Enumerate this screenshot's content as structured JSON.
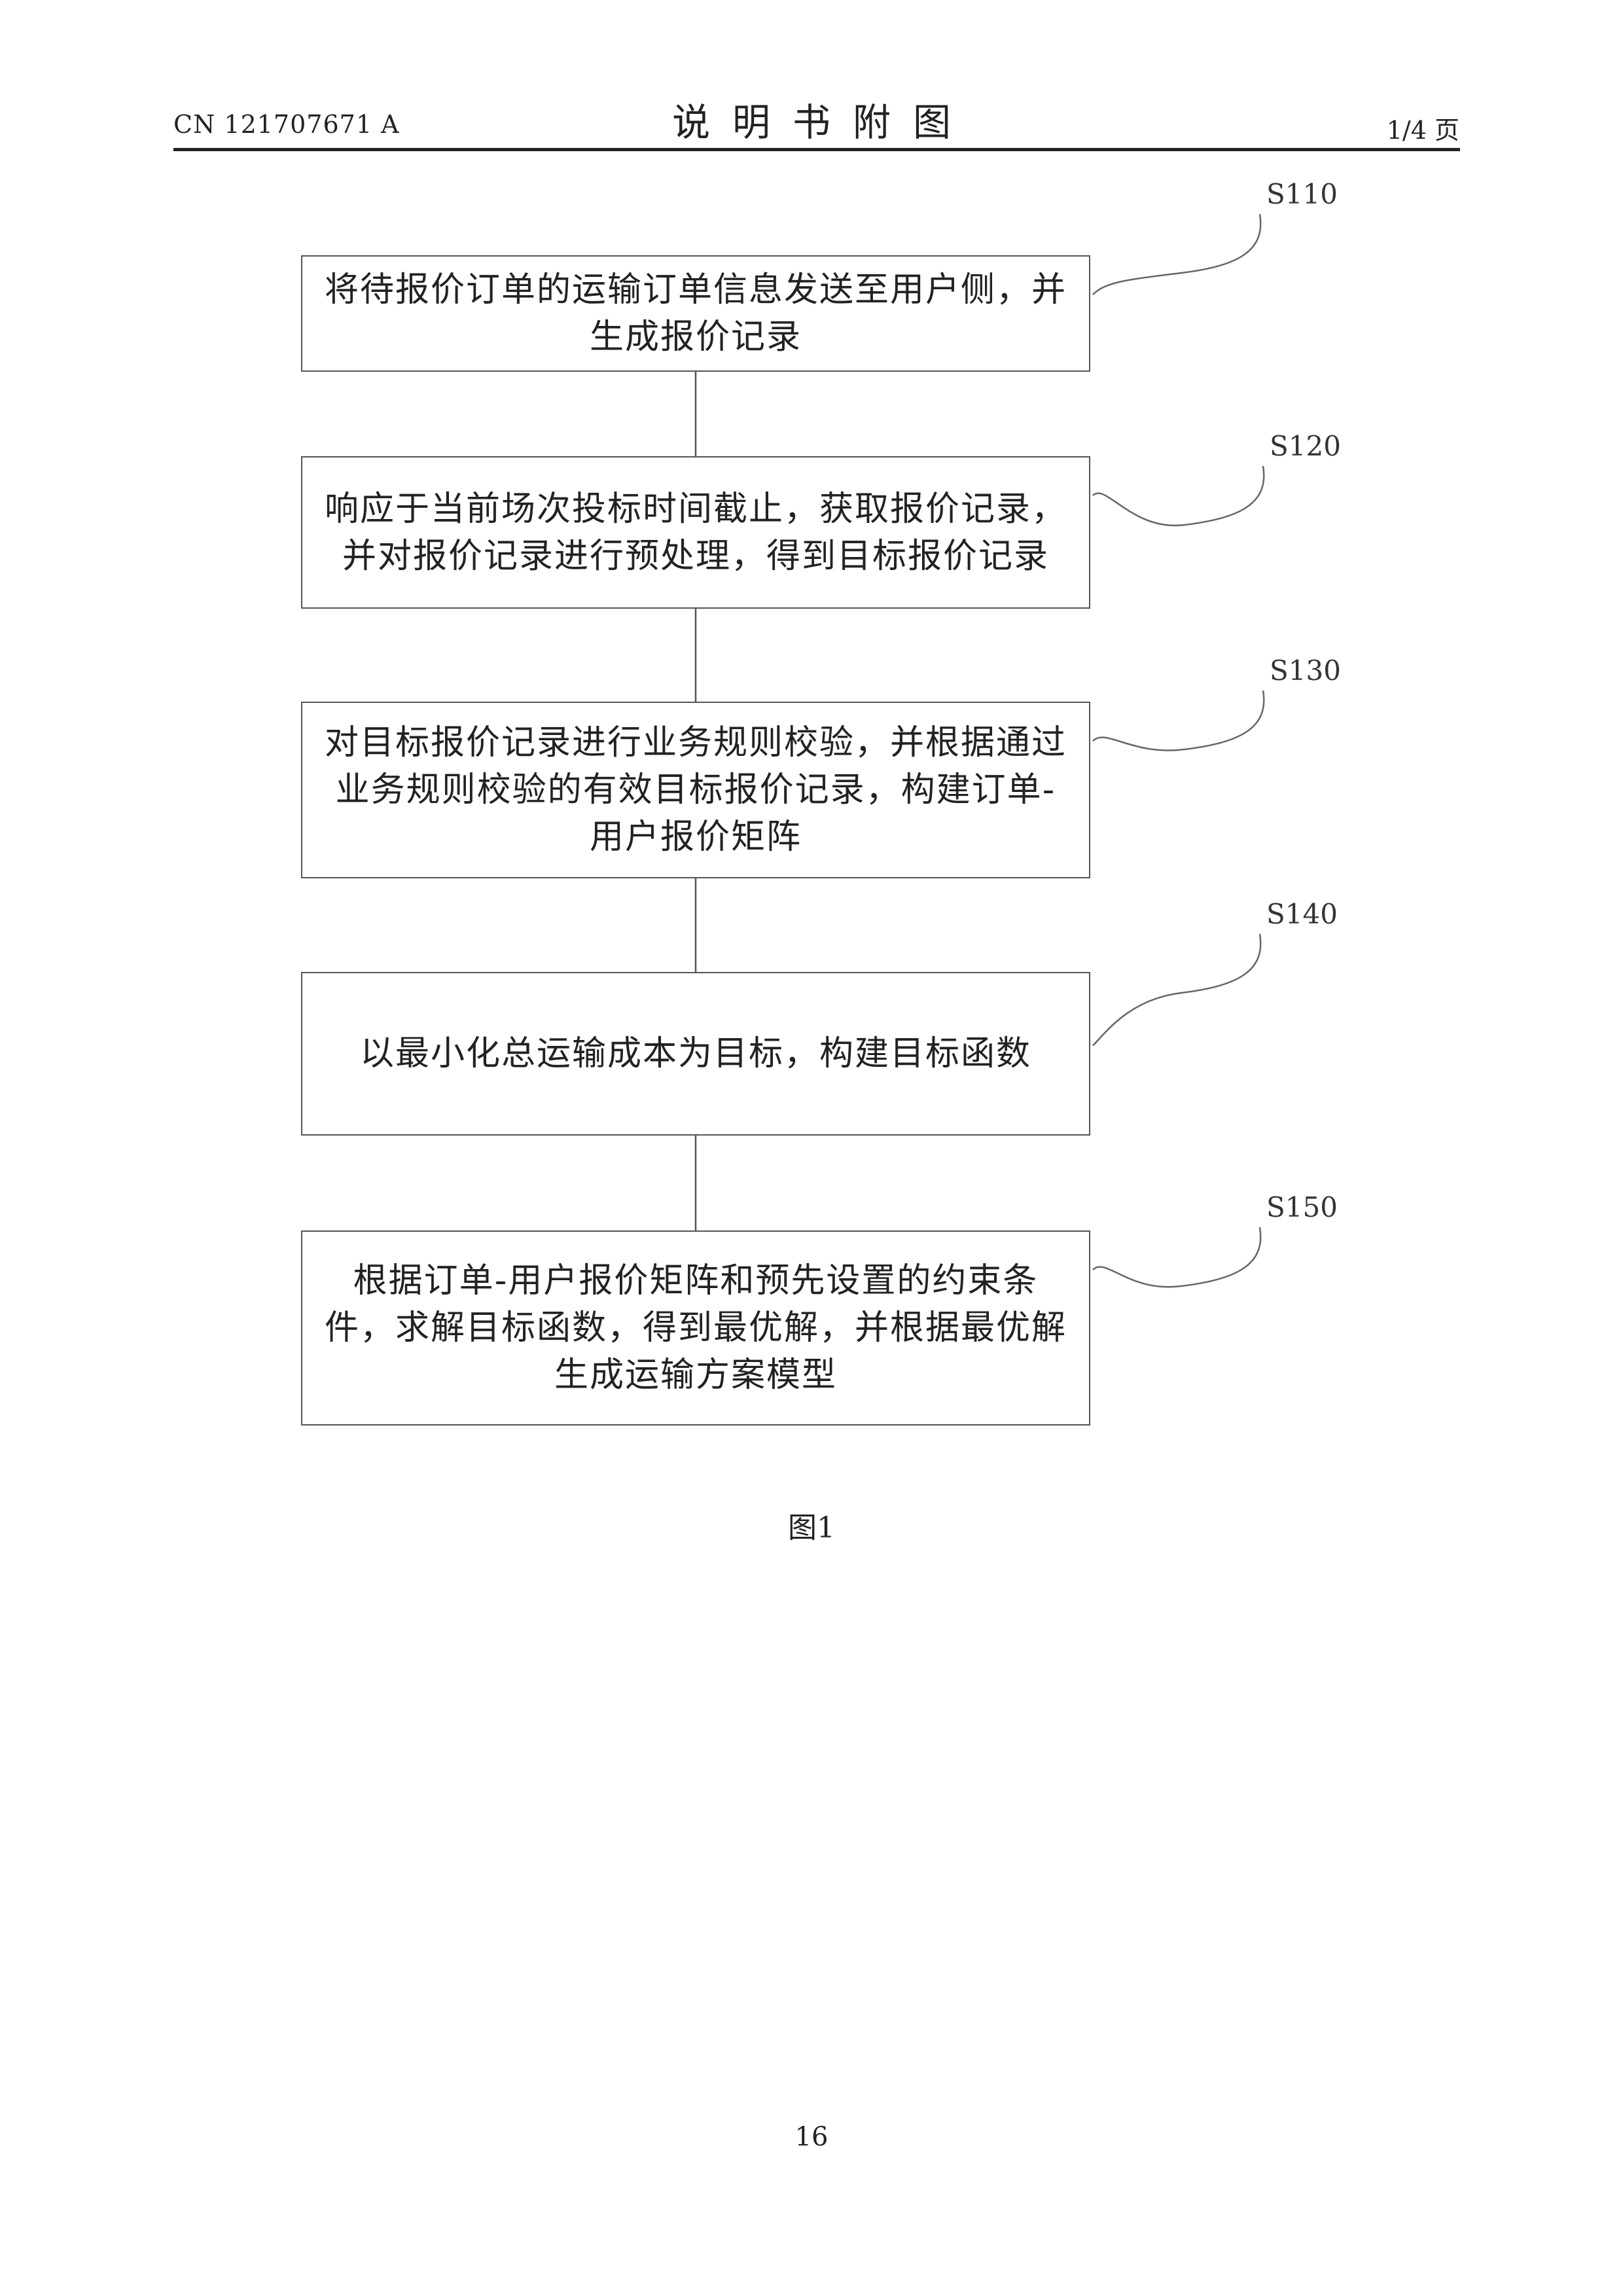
{
  "header": {
    "doc_number": "CN 121707671 A",
    "section_title": "说明书附图",
    "page_of": "1/4 页"
  },
  "figure": {
    "steps": [
      {
        "label": "S110",
        "text": "将待报价订单的运输订单信息发送至用户侧，并生成报价记录"
      },
      {
        "label": "S120",
        "text": "响应于当前场次投标时间截止，获取报价记录，并对报价记录进行预处理，得到目标报价记录"
      },
      {
        "label": "S130",
        "text": "对目标报价记录进行业务规则校验，并根据通过业务规则校验的有效目标报价记录，构建订单-用户报价矩阵"
      },
      {
        "label": "S140",
        "text": "以最小化总运输成本为目标，构建目标函数"
      },
      {
        "label": "S150",
        "text": "根据订单-用户报价矩阵和预先设置的约束条件，求解目标函数，得到最优解，并根据最优解生成运输方案模型"
      }
    ],
    "caption": "图1"
  },
  "footer": {
    "page_number": "16"
  }
}
